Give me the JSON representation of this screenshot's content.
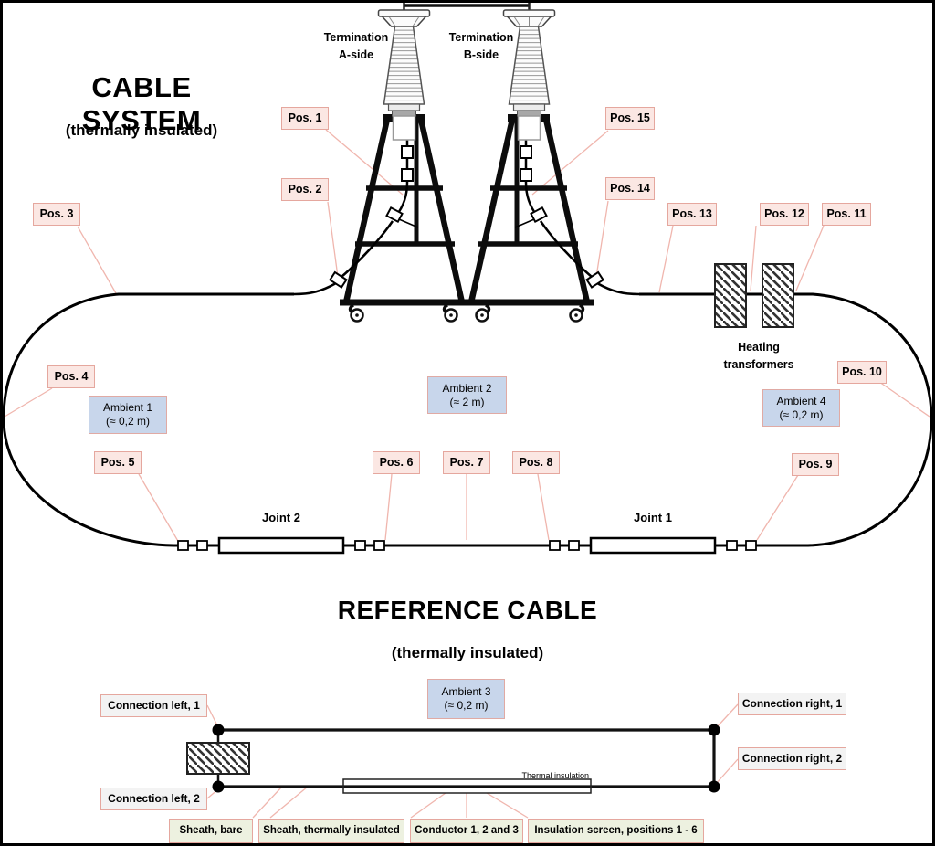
{
  "colors": {
    "pos_fill": "#fbe7e3",
    "pos_border": "#e5a79e",
    "ambient_fill": "#c8d6eb",
    "connection_fill": "#f3f3f3",
    "legend_fill": "#edf1e0",
    "leader_line": "#f0b6ae",
    "line": "#000000"
  },
  "cable_system": {
    "title": "CABLE SYSTEM",
    "subtitle": "(thermally insulated)",
    "termination_a": {
      "line1": "Termination",
      "line2": "A-side"
    },
    "termination_b": {
      "line1": "Termination",
      "line2": "B-side"
    },
    "heating": {
      "line1": "Heating",
      "line2": "transformers"
    },
    "joint_left": "Joint 2",
    "joint_right": "Joint 1",
    "positions": [
      "Pos. 1",
      "Pos. 2",
      "Pos. 3",
      "Pos. 4",
      "Pos. 5",
      "Pos. 6",
      "Pos. 7",
      "Pos. 8",
      "Pos. 9",
      "Pos. 10",
      "Pos. 11",
      "Pos. 12",
      "Pos. 13",
      "Pos. 14",
      "Pos. 15"
    ],
    "ambient_1": {
      "name": "Ambient 1",
      "value": "(≈ 0,2 m)"
    },
    "ambient_2": {
      "name": "Ambient 2",
      "value": "(≈ 2 m)"
    },
    "ambient_4": {
      "name": "Ambient 4",
      "value": "(≈ 0,2 m)"
    }
  },
  "reference_cable": {
    "title": "REFERENCE CABLE",
    "subtitle": "(thermally insulated)",
    "ambient_3": {
      "name": "Ambient 3",
      "value": "(≈ 0,2 m)"
    },
    "connection_left_1": "Connection left, 1",
    "connection_left_2": "Connection left, 2",
    "connection_right_1": "Connection right, 1",
    "connection_right_2": "Connection right, 2",
    "thermal_insulation": "Thermal insulation",
    "legend": [
      "Sheath, bare",
      "Sheath, thermally insulated",
      "Conductor 1, 2 and 3",
      "Insulation screen, positions 1 - 6"
    ]
  }
}
